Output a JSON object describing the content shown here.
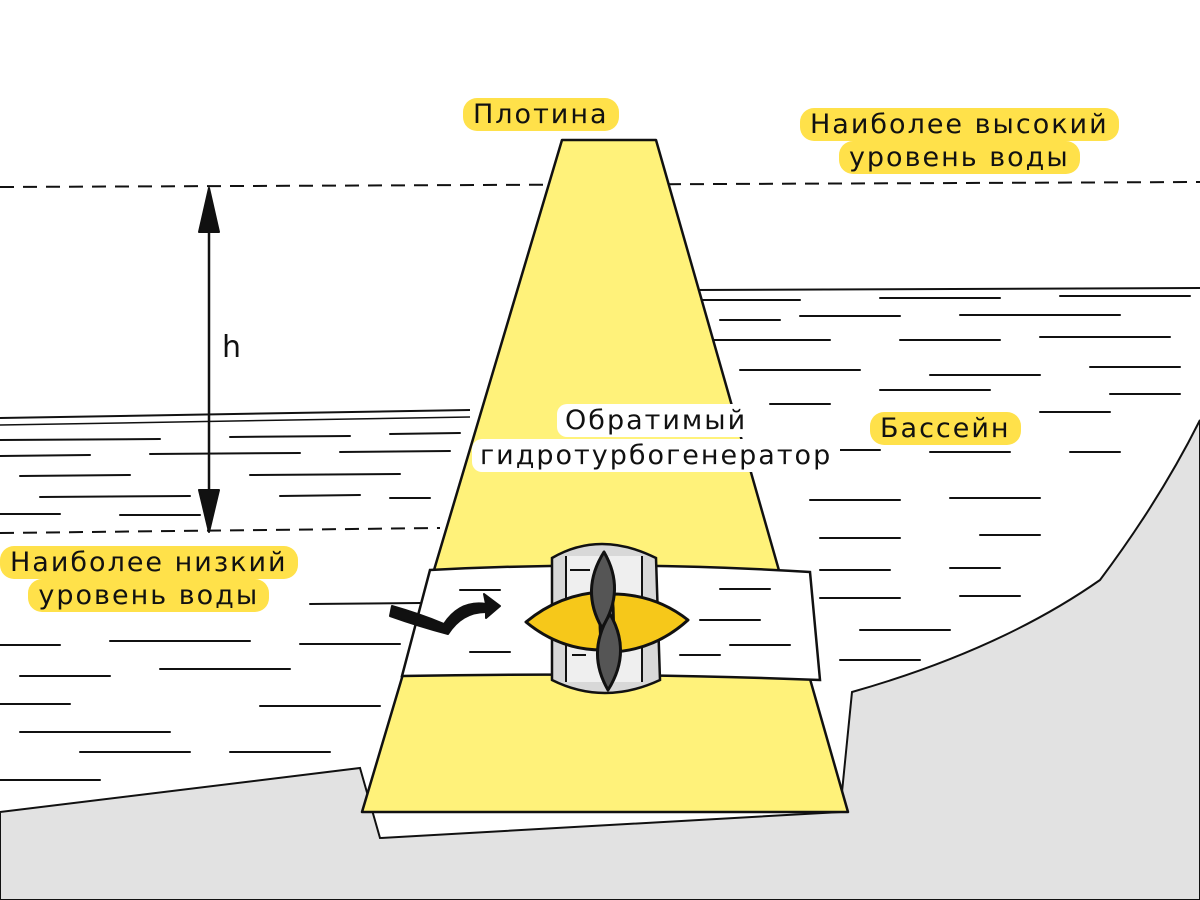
{
  "labels": {
    "dam": "Плотина",
    "high_level": [
      "Наиболее высокий",
      "уровень воды"
    ],
    "low_level": [
      "Наиболее низкий",
      "уровень воды"
    ],
    "basin": "Бассейн",
    "turbine": [
      "Обратимый",
      "гидротурбогенератор"
    ],
    "height": "h"
  },
  "colors": {
    "dam_fill": "#fff27a",
    "highlight": "#ffe14a",
    "ground": "#e2e2e2",
    "turbine_blade": "#f6c81a",
    "turbine_dark": "#555555",
    "outline": "#111111"
  },
  "icons": {
    "flow_arrow": "curved-arrow-right-icon",
    "height_arrow": "double-headed-arrow-icon",
    "turbine": "turbine-icon"
  }
}
